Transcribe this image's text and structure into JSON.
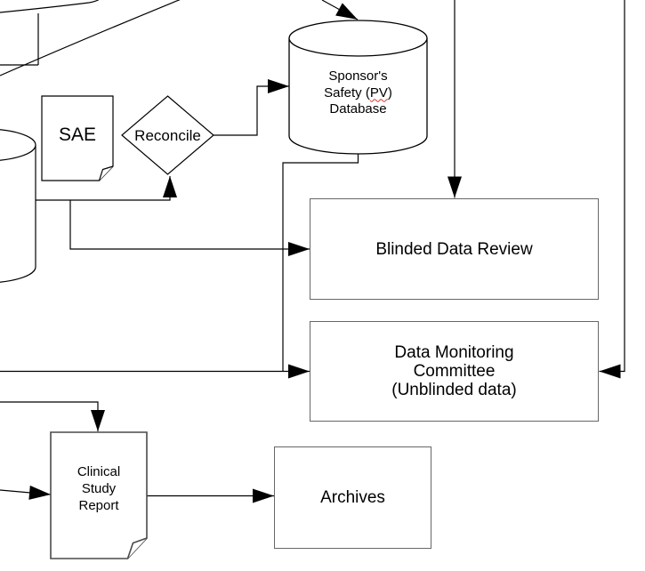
{
  "diagram": {
    "nodes": {
      "sae_document": {
        "label": "SAE"
      },
      "reconcile_decision": {
        "label": "Reconcile"
      },
      "sponsor_safety_database": {
        "line1": "Sponsor's",
        "line2_prefix": "Safety (",
        "line2_misspelled": "PV",
        "line2_suffix": ")",
        "line3": "Database"
      },
      "blinded_data_review": {
        "label": "Blinded Data Review"
      },
      "data_monitoring_committee": {
        "line1": "Data Monitoring",
        "line2": "Committee",
        "line3": "(Unblinded data)"
      },
      "clinical_study_report": {
        "line1": "Clinical",
        "line2": "Study",
        "line3": "Report"
      },
      "archives": {
        "label": "Archives"
      },
      "left_cylinder": {
        "label": ""
      }
    },
    "edges": [
      {
        "from": "offscreen-top",
        "to": "sponsor_safety_database"
      },
      {
        "from": "reconcile_decision",
        "to": "sponsor_safety_database"
      },
      {
        "from": "left_cylinder",
        "to": "reconcile_decision"
      },
      {
        "from": "left_cylinder",
        "to": "blinded_data_review"
      },
      {
        "from": "offscreen-top",
        "to": "blinded_data_review"
      },
      {
        "from": "sponsor_safety_database",
        "to": "data_monitoring_committee"
      },
      {
        "from": "offscreen-left",
        "to": "data_monitoring_committee"
      },
      {
        "from": "offscreen-top-right",
        "to": "data_monitoring_committee"
      },
      {
        "from": "offscreen-left",
        "to": "clinical_study_report"
      },
      {
        "from": "clinical_study_report",
        "to": "archives"
      }
    ],
    "colors": {
      "line": "#000000",
      "box_border": "#676767",
      "text": "#000000",
      "spellcheck_underline": "#e03030",
      "background": "#ffffff"
    }
  }
}
